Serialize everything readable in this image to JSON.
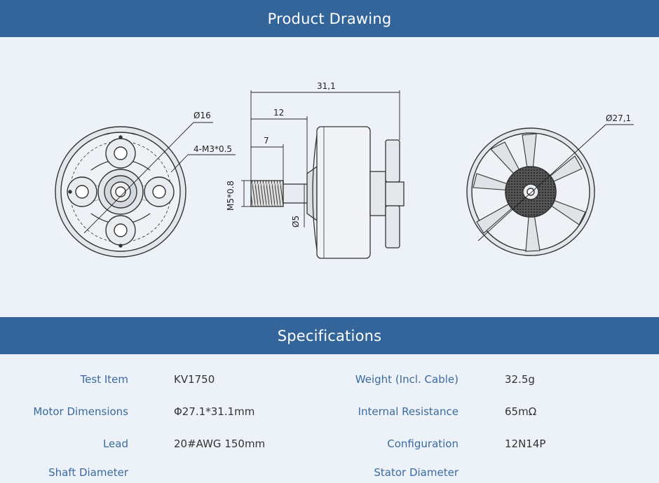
{
  "headers": {
    "drawing": "Product Drawing",
    "specs": "Specifications"
  },
  "drawing": {
    "dims": {
      "d16": "Ø16",
      "m3": "4-M3*0.5",
      "len_total": "31,1",
      "len12": "12",
      "len7": "7",
      "m5": "M5*0.8",
      "d5": "Ø5",
      "d271": "Ø27,1"
    }
  },
  "specs": {
    "rows": [
      {
        "label1": "Test Item",
        "value1": "KV1750",
        "label2": "Weight (Incl. Cable)",
        "value2": "32.5g"
      },
      {
        "label1": "Motor Dimensions",
        "value1": "Φ27.1*31.1mm",
        "label2": "Internal Resistance",
        "value2": "65mΩ"
      },
      {
        "label1": "Lead",
        "value1": "20#AWG 150mm",
        "label2": "Configuration",
        "value2": "12N14P"
      },
      {
        "label1": "Shaft Diameter",
        "value1": "",
        "label2": "Stator Diameter",
        "value2": ""
      }
    ]
  },
  "colors": {
    "header_bg": "#33659b",
    "page_bg": "#edf2f8",
    "label_text": "#3a6aa0",
    "value_text": "#333333"
  }
}
